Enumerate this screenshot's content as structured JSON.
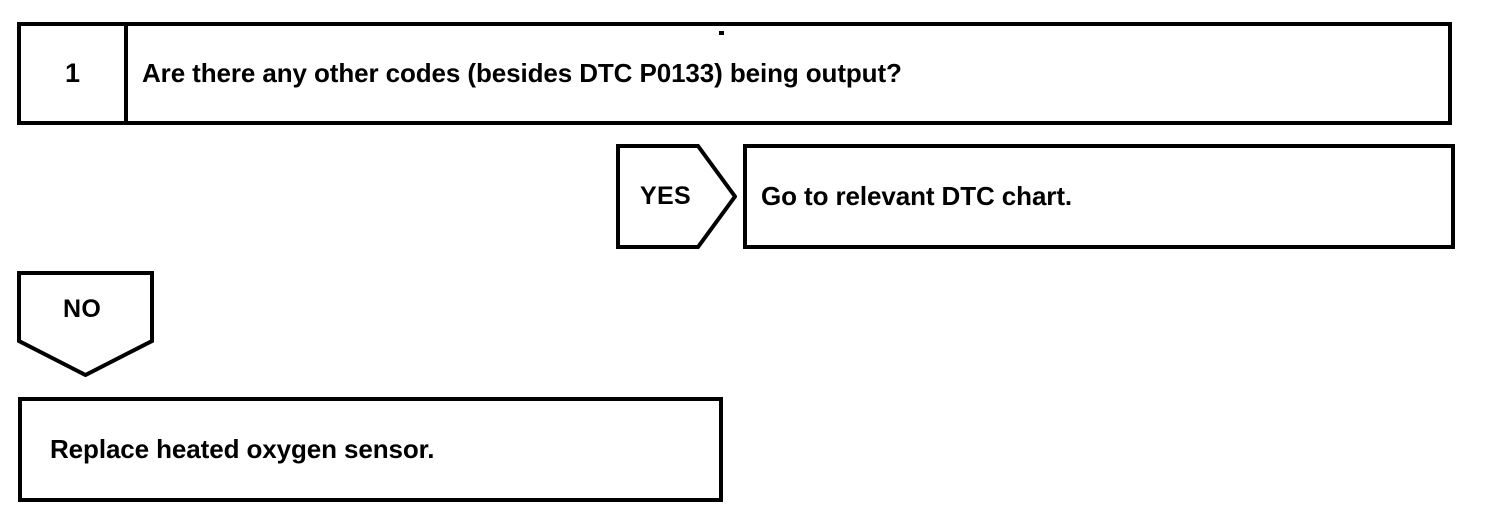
{
  "diagram": {
    "type": "troubleshooting-flowchart",
    "ink_color": "#000000",
    "background_color": "#ffffff",
    "step": {
      "number": "1",
      "question": "Are there any other codes (besides DTC P0133) being output?"
    },
    "branches": [
      {
        "tag": "YES",
        "tag_shape": "pentagon-arrow-right",
        "result": "Go to relevant DTC chart."
      },
      {
        "tag": "NO",
        "tag_shape": "pentagon-arrow-down",
        "result": "Replace heated oxygen sensor."
      }
    ]
  }
}
